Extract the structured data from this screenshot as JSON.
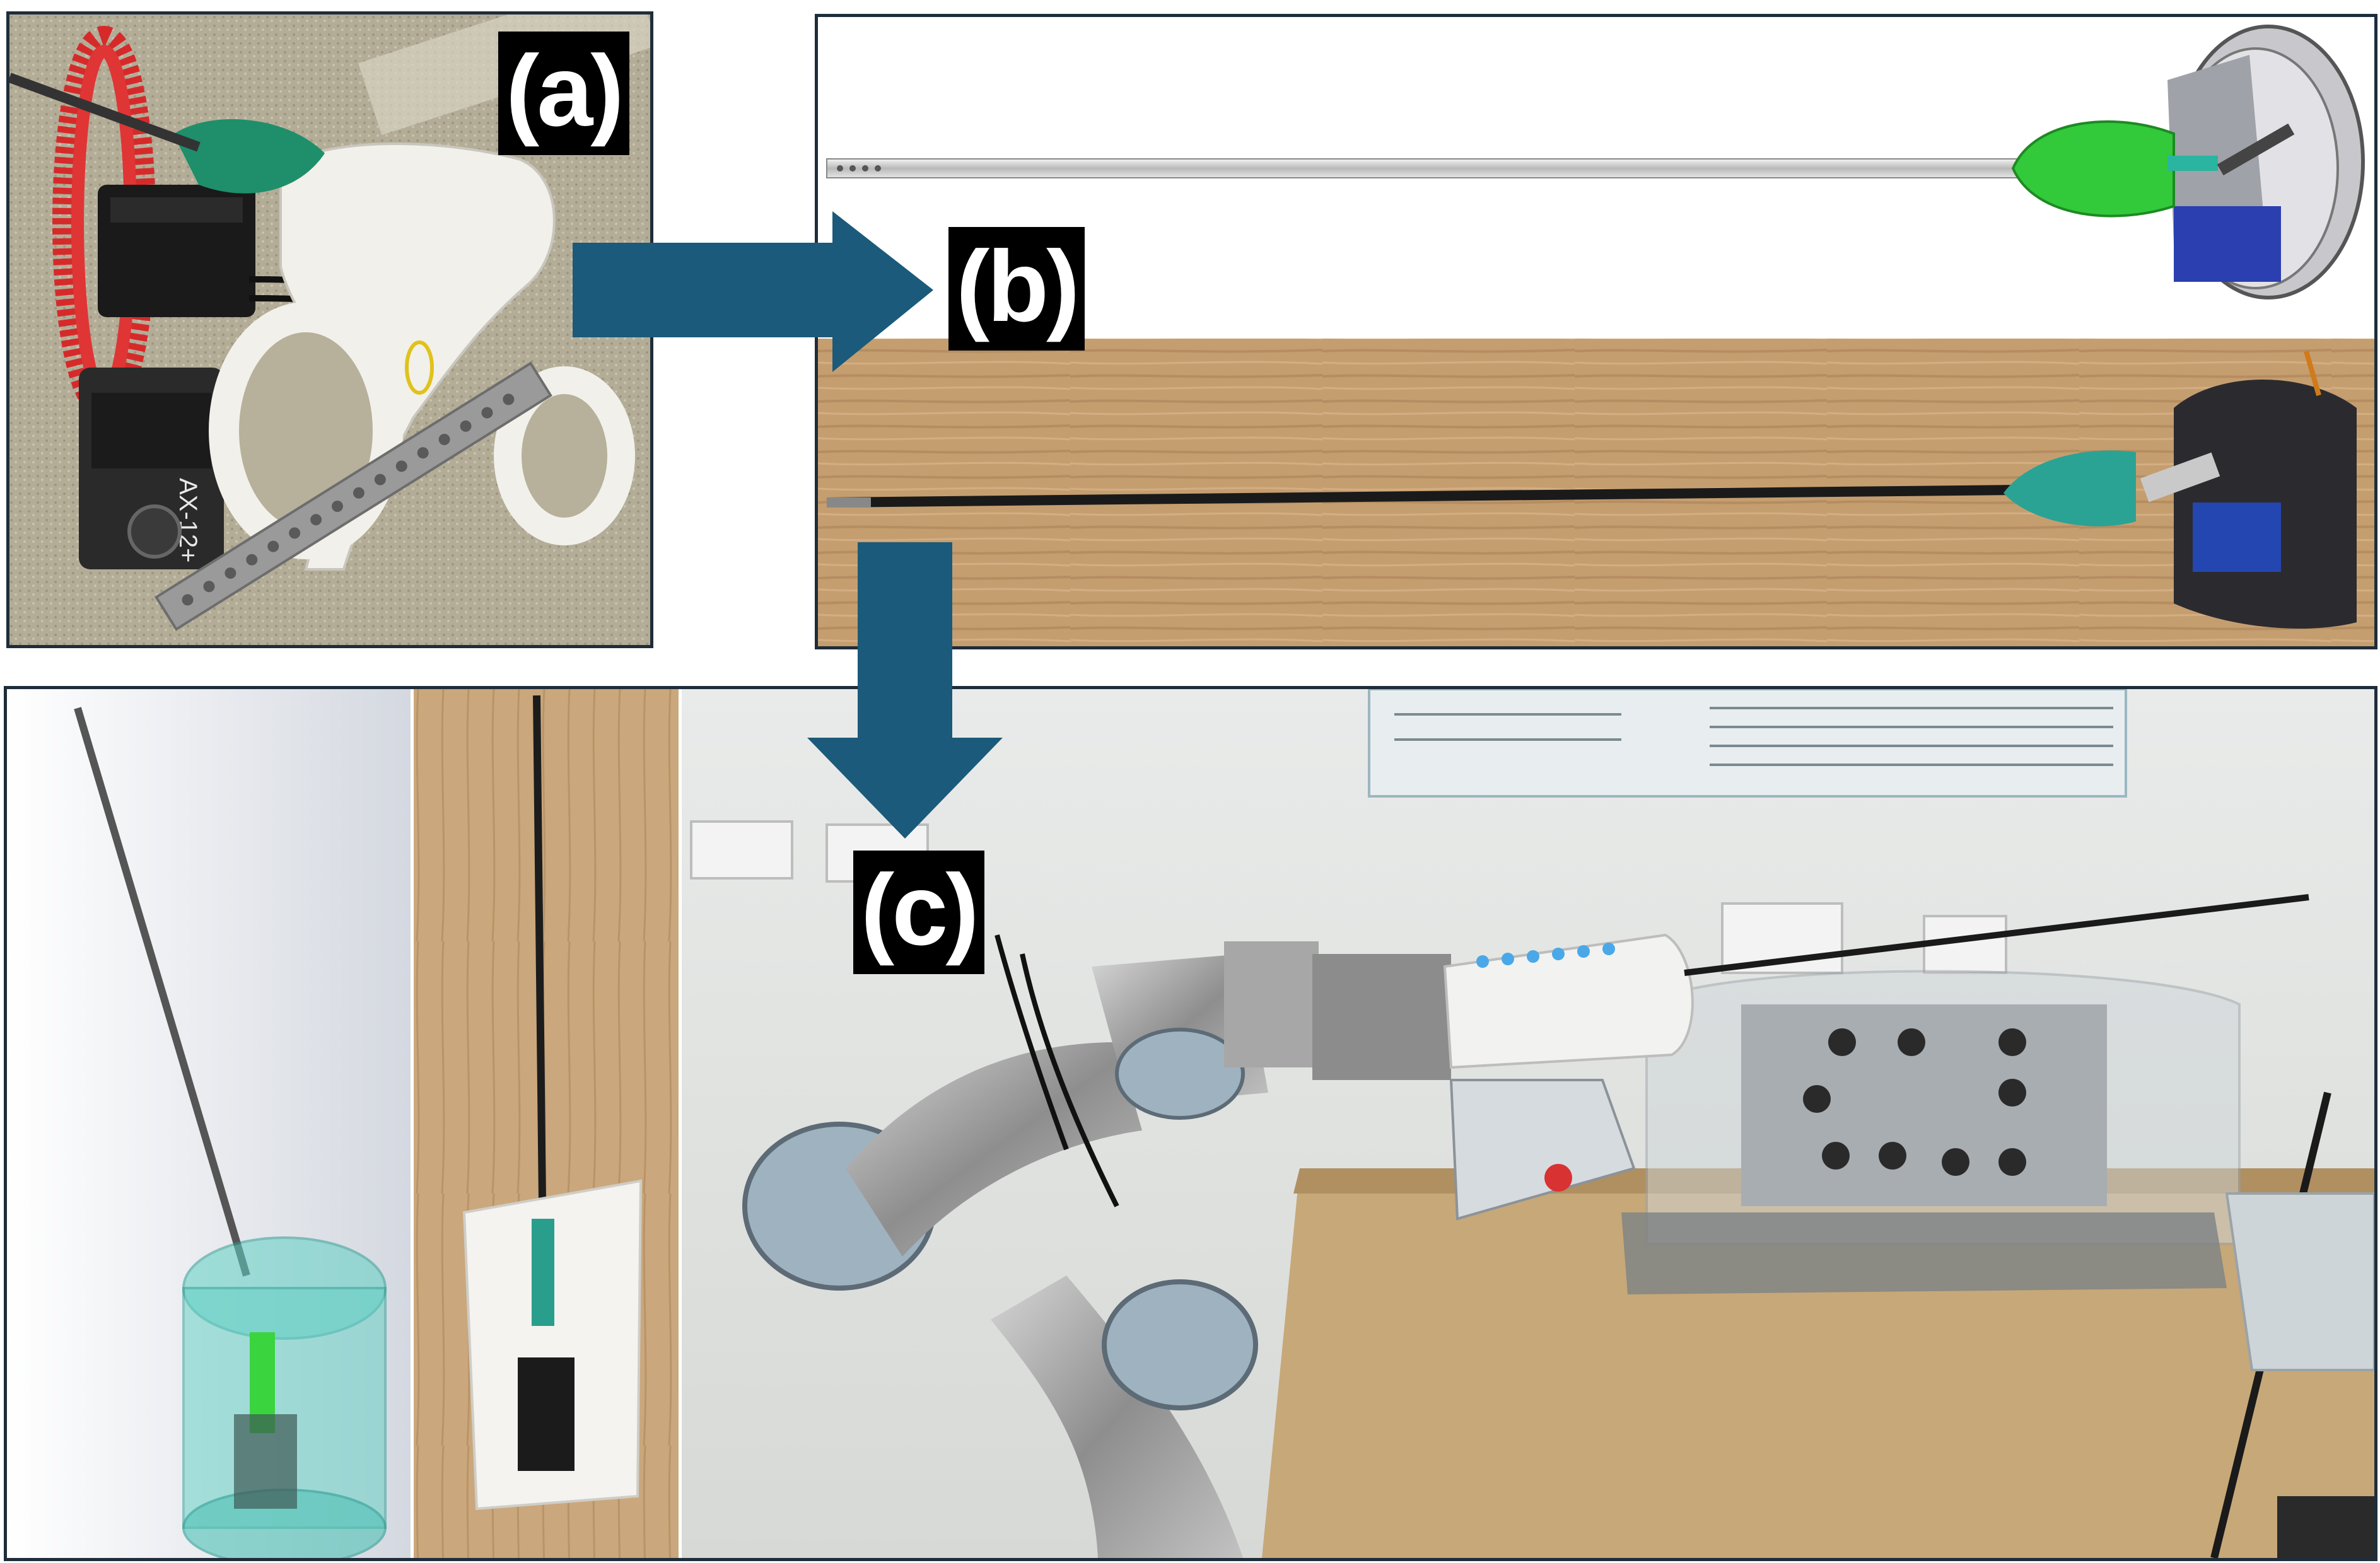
{
  "labels": {
    "a": "(a)",
    "b": "(b)",
    "c": "(c)"
  },
  "servo_text": "AX-12+",
  "colors": {
    "arrow": "#1b5a7a",
    "border": "#1f2d3a"
  }
}
